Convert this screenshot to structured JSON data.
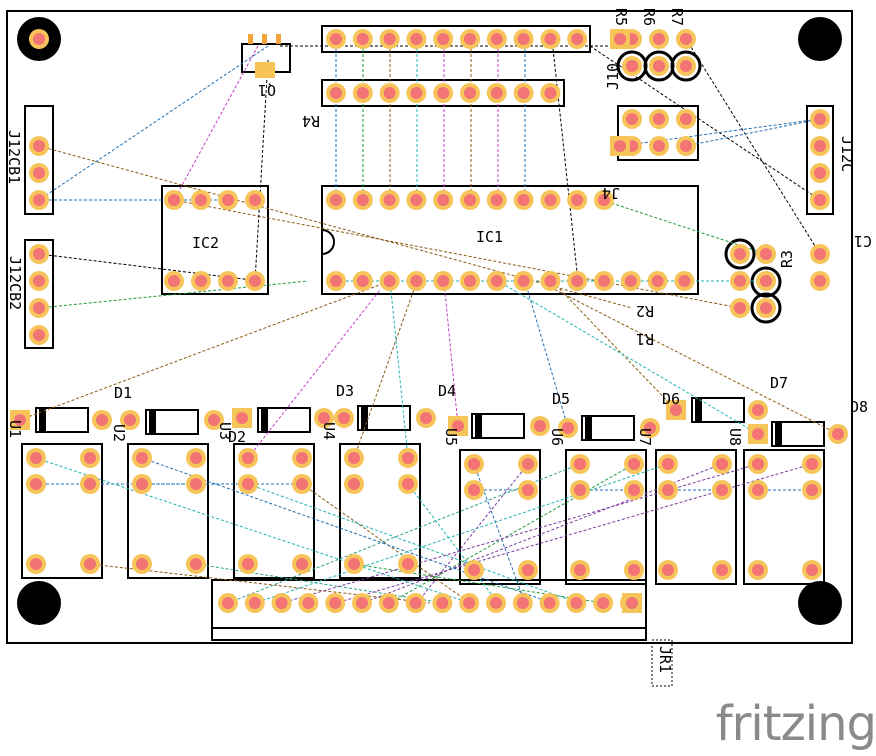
{
  "app": {
    "brand": "fritzing"
  },
  "labels": {
    "q1": "Q1",
    "r4": "R4",
    "r5": "R5",
    "r6": "R6",
    "r7": "R7",
    "j10": "J10",
    "j12c": "J12C",
    "j12cb1": "J12CB1",
    "j12cb2": "J12CB2",
    "j4": "J4",
    "ic1": "IC1",
    "ic2": "IC2",
    "c1": "C1",
    "r3": "R3",
    "r2": "R2",
    "r1": "R1",
    "d1": "D1",
    "d2": "D2",
    "d3": "D3",
    "d4": "D4",
    "d5": "D5",
    "d6": "D6",
    "d7": "D7",
    "d8": "D8",
    "u1": "U1",
    "u2": "U2",
    "u3": "U3",
    "u4": "U4",
    "u5": "U5",
    "u6": "U6",
    "u7": "U7",
    "u8": "U8",
    "jr1": "JR1"
  },
  "colors": {
    "board_outline": "#000000",
    "pad_ring": "#f7c45a",
    "pad_center": "#f27474",
    "mount_hole": "#000000",
    "ratsnest": [
      "#1f6fb5",
      "#c43cc4",
      "#8a5a10",
      "#2ca08a",
      "#22b3b3",
      "#1e9a3a",
      "#7a3aa0",
      "#000000"
    ]
  }
}
